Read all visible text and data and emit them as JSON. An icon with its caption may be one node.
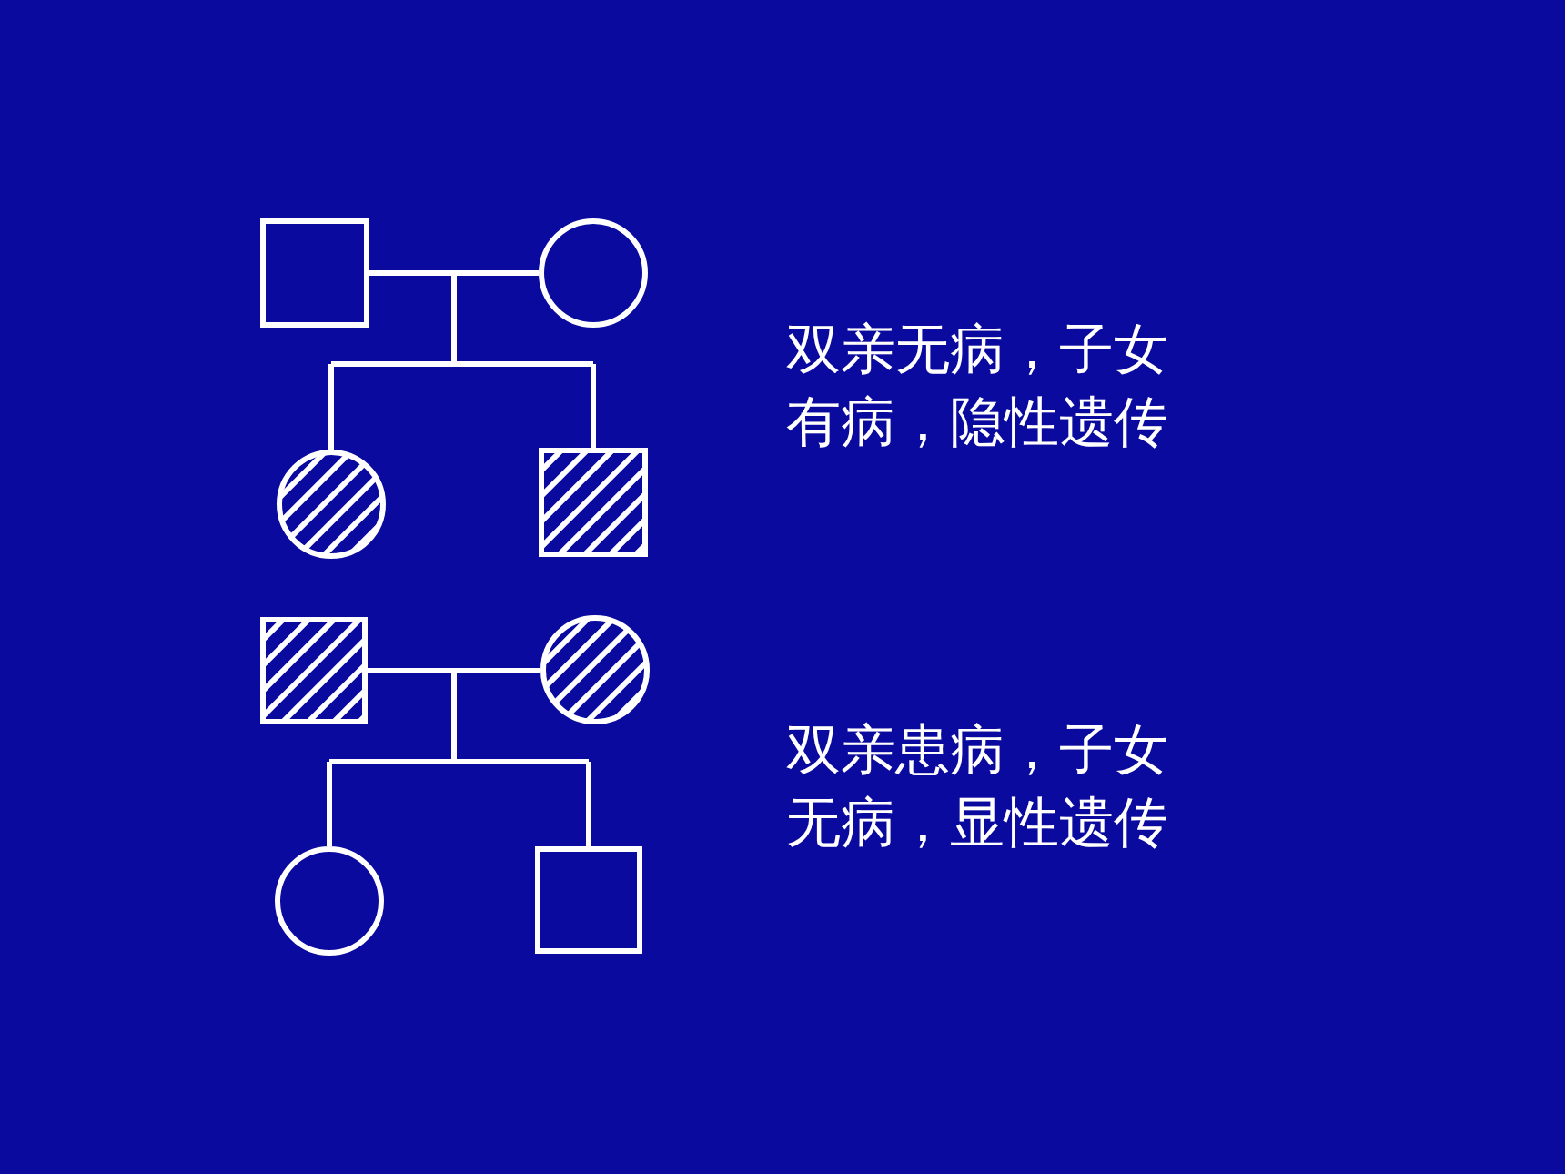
{
  "diagram": {
    "nodes": [
      {
        "text": [],
        "shape": "box"
      },
      {
        "text": [],
        "shape": "circle"
      },
      {
        "text": [],
        "shape": "circle"
      },
      {
        "text": [],
        "shape": "box"
      },
      {
        "text": [],
        "shape": "box"
      },
      {
        "text": [],
        "shape": "circle"
      },
      {
        "text": [],
        "shape": "circle"
      },
      {
        "text": [],
        "shape": "box"
      }
    ],
    "edges": [
      {
        "from": 0,
        "to": 1,
        "arrow": "none"
      },
      {
        "from": 0,
        "to": 2,
        "arrow": "none"
      },
      {
        "from": 0,
        "to": 3,
        "arrow": "none"
      },
      {
        "from": 1,
        "to": 2,
        "arrow": "none"
      },
      {
        "from": 1,
        "to": 3,
        "arrow": "none"
      },
      {
        "from": 4,
        "to": 5,
        "arrow": "none"
      },
      {
        "from": 4,
        "to": 6,
        "arrow": "none"
      },
      {
        "from": 4,
        "to": 7,
        "arrow": "none"
      },
      {
        "from": 5,
        "to": 6,
        "arrow": "none"
      },
      {
        "from": 5,
        "to": 7,
        "arrow": "none"
      }
    ],
    "labels": [
      "双亲无病，子女有病，隐性遗传",
      "双亲患病，子女无病，显性遗传"
    ]
  }
}
